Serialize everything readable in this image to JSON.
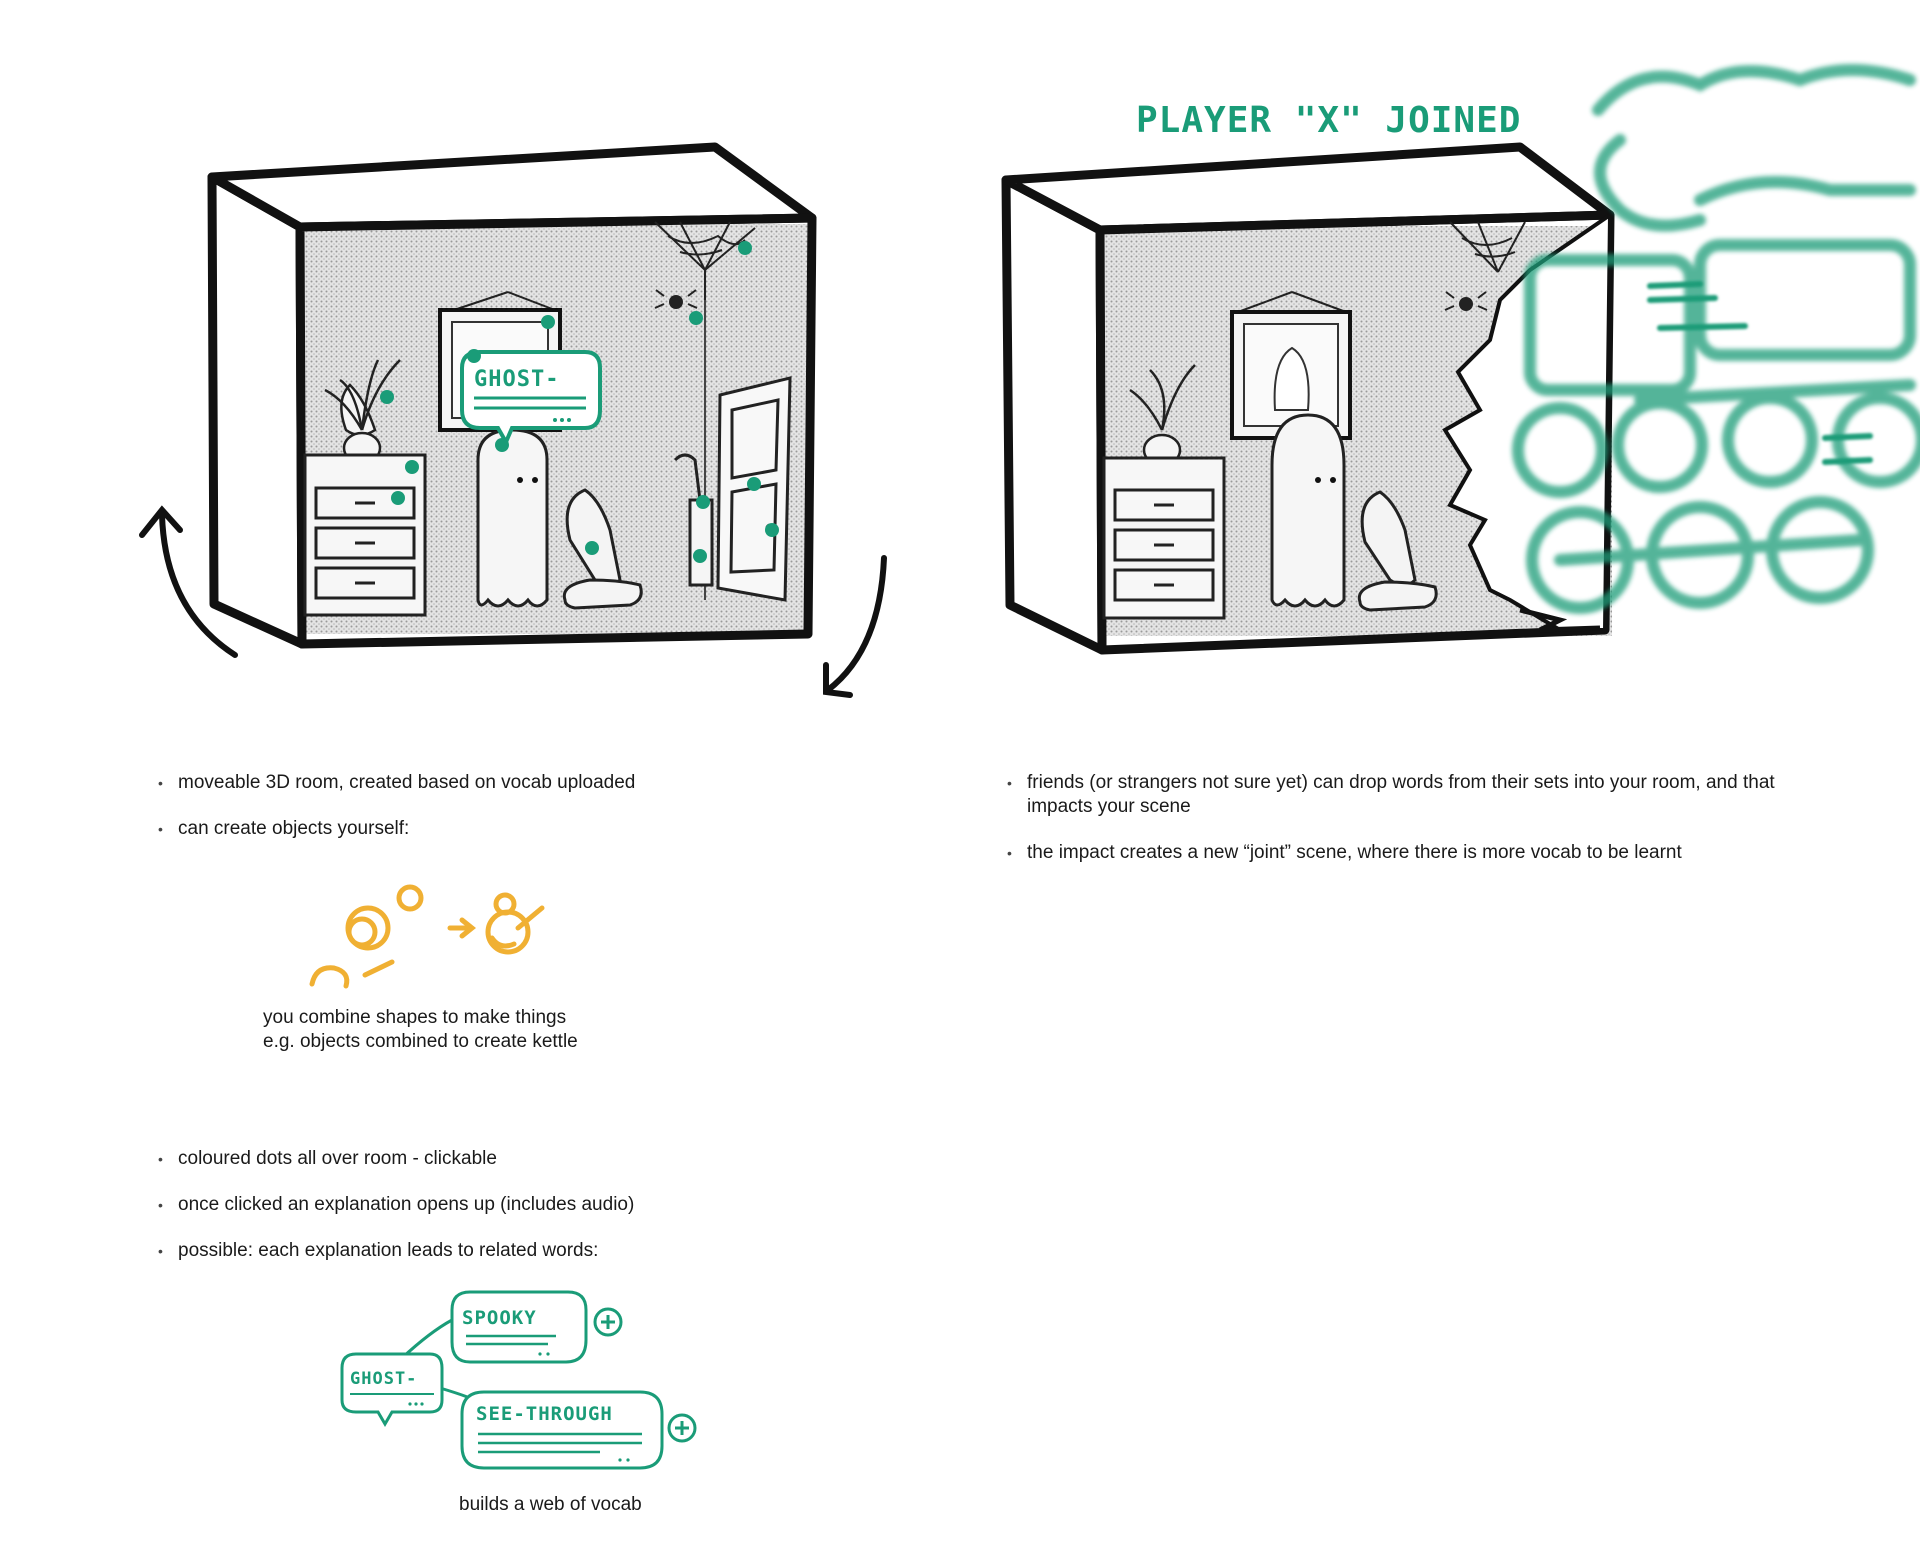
{
  "colors": {
    "accent": "#1a9c78",
    "shape": "#f0b033",
    "ink": "#1a1a1a",
    "wall": "#d9d9d9"
  },
  "scene_right": {
    "heading": "PLAYER \"X\" JOINED"
  },
  "room_left": {
    "bubble_word": "GHOST-"
  },
  "notes_left_top": [
    "moveable 3D room, created based on vocab uploaded",
    "can create objects yourself:"
  ],
  "combine_caption": [
    "you combine shapes to make things",
    "e.g. objects combined to create kettle"
  ],
  "notes_left_bottom": [
    "coloured dots all over room - clickable",
    "once clicked an explanation opens up (includes audio)",
    "possible: each explanation leads to related words:"
  ],
  "vocab_web": {
    "center": "GHOST-",
    "words": [
      "SPOOKY",
      "SEE-THROUGH"
    ],
    "caption": "builds a web of vocab"
  },
  "notes_right": [
    "friends (or strangers not sure yet) can drop words from their sets into your room, and that impacts your scene",
    "the impact creates a new “joint” scene, where there is more vocab to be learnt"
  ],
  "icons": [
    "rotate-left-arrow-icon",
    "rotate-right-arrow-icon",
    "plus-icon",
    "spider-icon",
    "ghost-icon",
    "cat-icon",
    "train-icon"
  ]
}
